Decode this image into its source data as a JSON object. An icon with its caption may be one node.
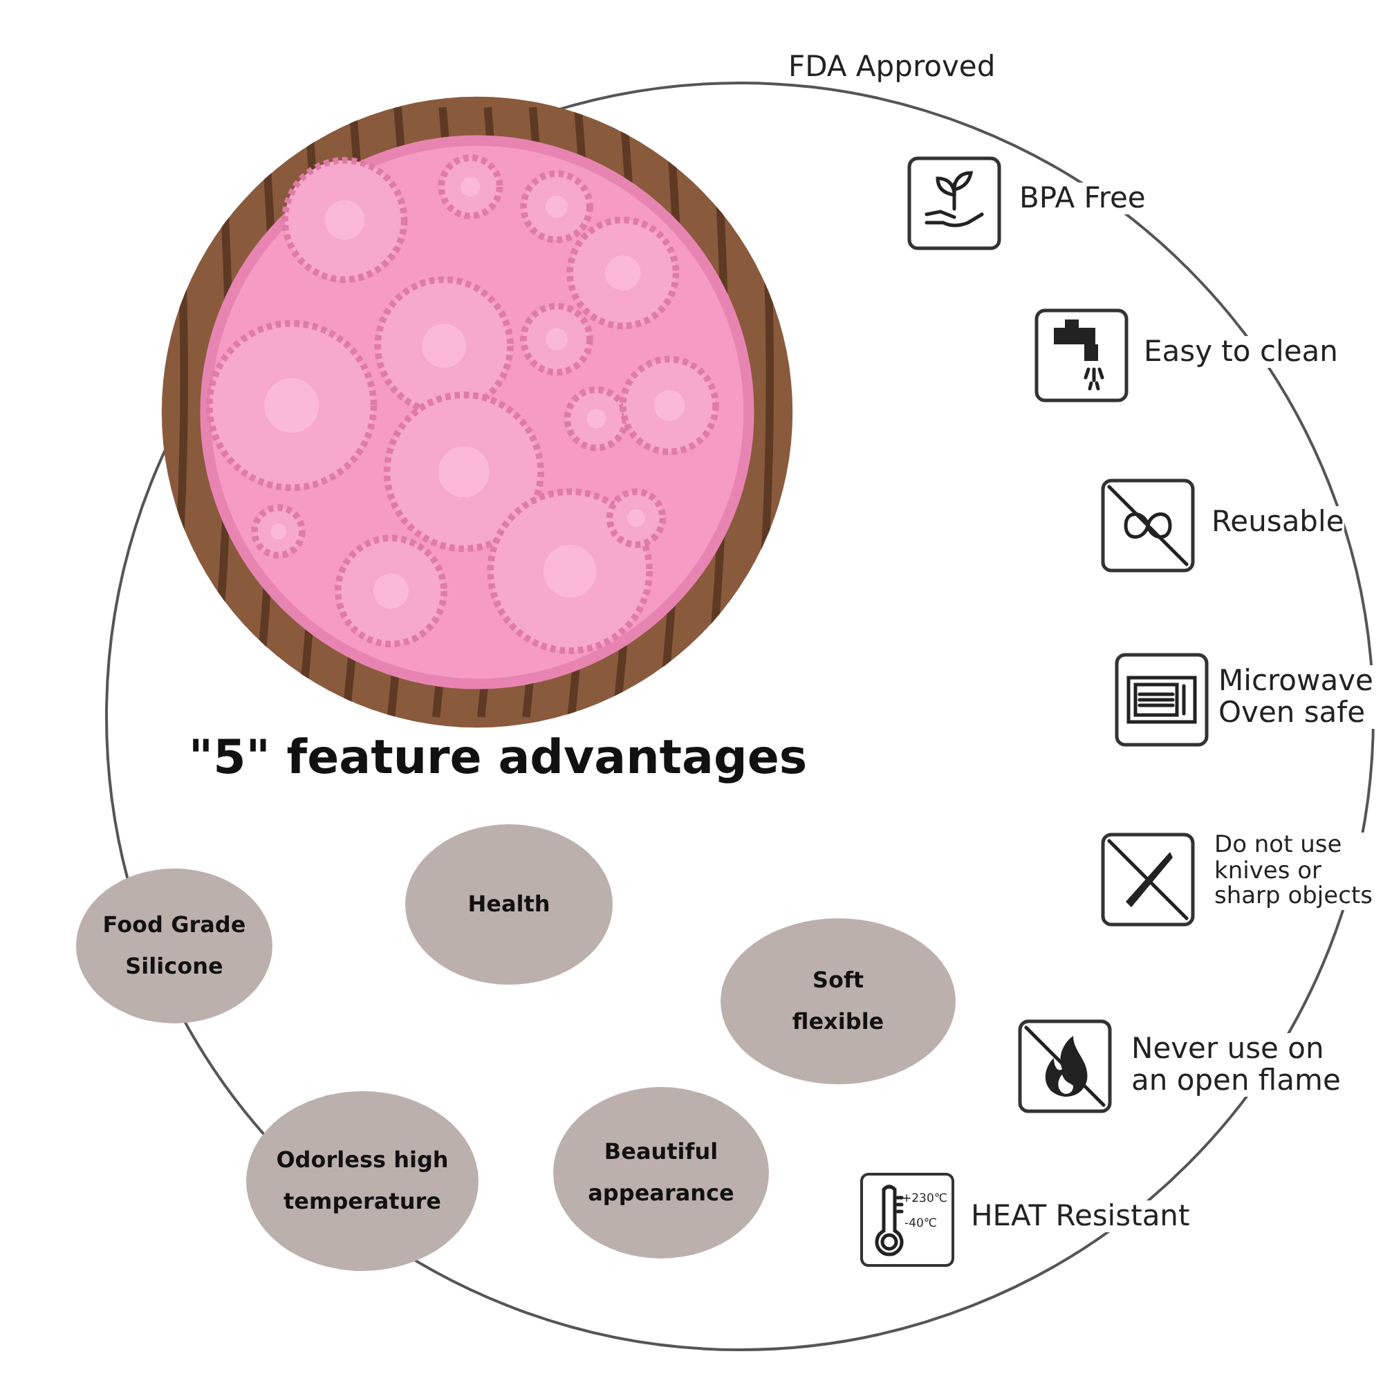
{
  "diagram": {
    "title": "\"5\" feature advantages",
    "nodes": [
      {
        "text": [
          "Food Grade Silicone"
        ]
      },
      {
        "text": [
          "Health"
        ]
      },
      {
        "text": [
          "Soft flexible"
        ]
      },
      {
        "text": [
          "Odorless high temperature"
        ]
      },
      {
        "text": [
          "Beautiful appearance"
        ]
      }
    ],
    "labels": [
      "FDA Approved",
      "BPA Free",
      "Easy to clean",
      "Reusable",
      "Microwave Oven safe",
      "Do not use knives or sharp objects",
      "Never use on an open flame",
      "+230℃",
      "-40℃",
      "HEAT Resistant"
    ]
  }
}
